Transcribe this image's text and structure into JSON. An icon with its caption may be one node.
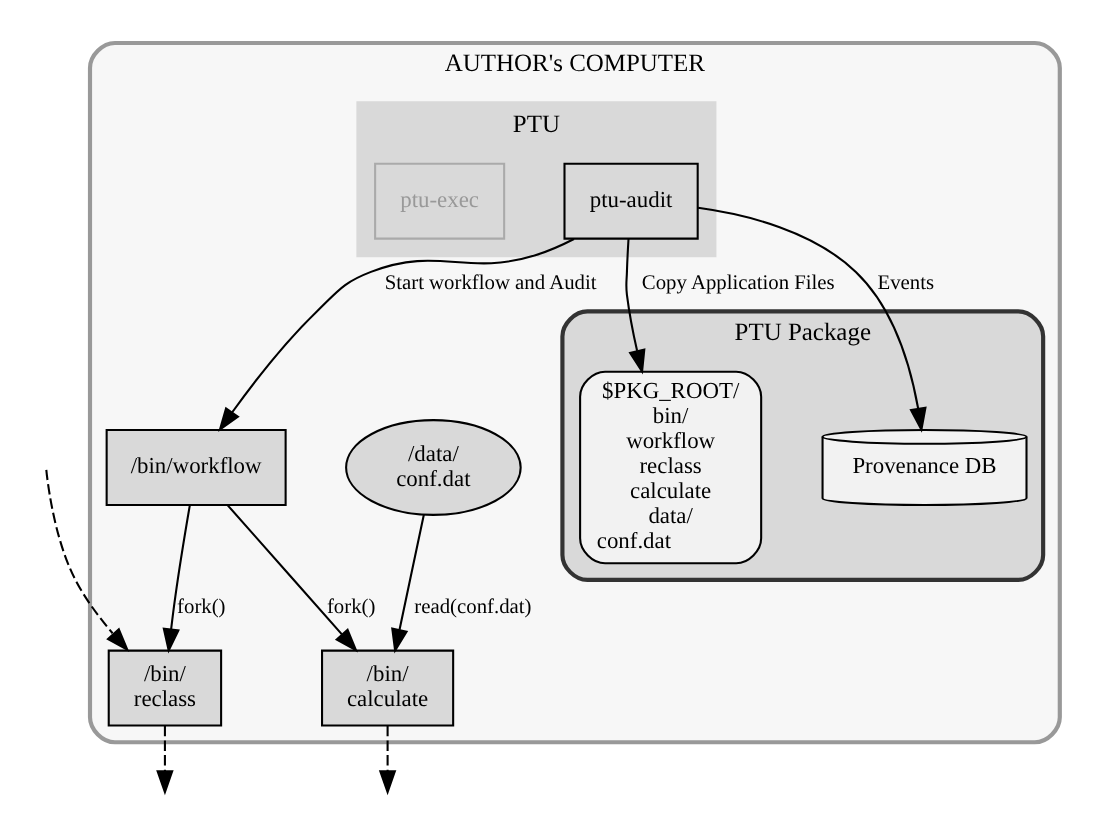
{
  "diagram": {
    "nodes": [
      {
        "text": [
          "AUTHOR's COMPUTER"
        ]
      },
      {
        "text": [
          "/bin/workflow"
        ],
        "in": 0
      },
      {
        "text": [
          "PTU"
        ],
        "in": 0
      },
      {
        "text": [
          "ptu-audit"
        ],
        "in": 2
      },
      {
        "text": [
          "ptu-exec"
        ],
        "in": 2
      },
      {
        "text": [
          "/bin/ reclass"
        ],
        "in": 0
      },
      {
        "text": [
          "/bin/ calculate"
        ],
        "in": 0
      },
      {
        "text": [
          "/data/ conf.dat"
        ],
        "in": 0
      },
      {
        "text": [
          "PTU Package"
        ],
        "in": 0
      },
      {
        "text": [
          "Provenance DB"
        ],
        "in": 8
      },
      {
        "text": [
          "$PKG_ROOT/ bin/ workflow reclass calculate data/ conf.dat"
        ],
        "in": 8
      }
    ],
    "edges": [
      {
        "from": 3,
        "to": 1,
        "arrow": "to",
        "label": "Start workflow and Audit"
      },
      {
        "from": 1,
        "to": 5,
        "arrow": "to",
        "label": "fork()"
      },
      {
        "from": 1,
        "to": 6,
        "arrow": "to",
        "label": "fork()"
      },
      {
        "from": null,
        "to": 5,
        "arrow": "to",
        "style": "dashed"
      },
      {
        "from": 5,
        "to": null,
        "arrow": "to",
        "style": "dashed"
      },
      {
        "from": 7,
        "to": 6,
        "arrow": "to",
        "label": "read(conf.dat)"
      },
      {
        "from": 6,
        "to": null,
        "arrow": "to",
        "style": "dashed"
      },
      {
        "from": 3,
        "to": 9,
        "arrow": "to",
        "label": "Events"
      },
      {
        "from": 3,
        "to": 10,
        "arrow": "to",
        "label": "Copy Application Files"
      }
    ]
  }
}
